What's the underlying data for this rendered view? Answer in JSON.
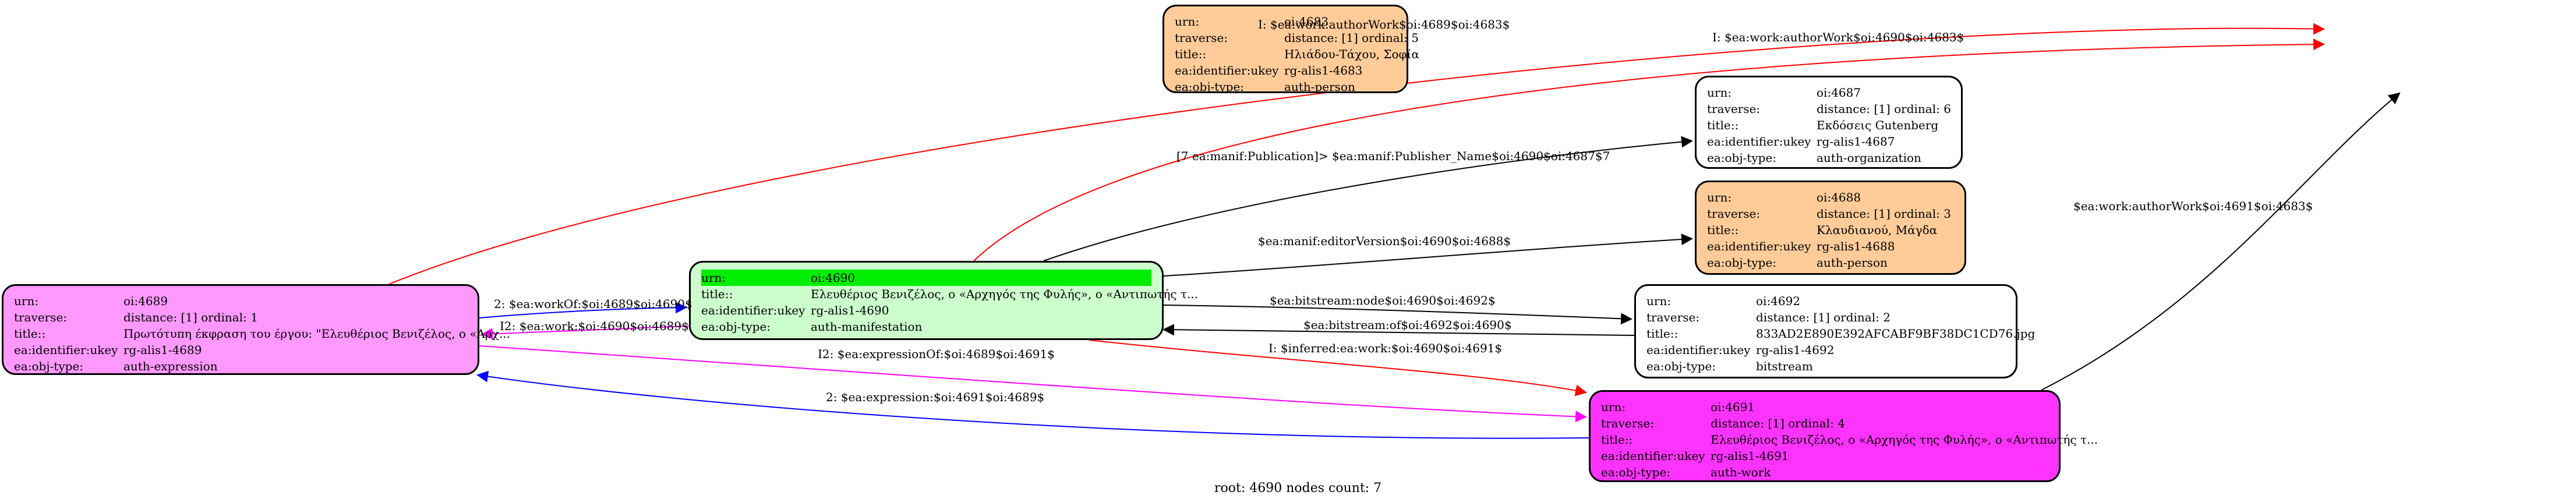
{
  "nodes": {
    "n4683": {
      "fill": "#ffcc99",
      "rows": [
        [
          "urn:",
          "oi:4683"
        ],
        [
          "traverse:",
          "distance: [1]     ordinal: 5"
        ],
        [
          "title::",
          "Ηλιάδου-Τάχου, Σοφία"
        ],
        [
          "ea:identifier:ukey",
          "rg-alis1-4683"
        ],
        [
          "ea:obj-type:",
          "auth-person"
        ]
      ]
    },
    "n4687": {
      "fill": "#ffffff",
      "rows": [
        [
          "urn:",
          "oi:4687"
        ],
        [
          "traverse:",
          "distance: [1]     ordinal: 6"
        ],
        [
          "title::",
          "Εκδόσεις Gutenberg"
        ],
        [
          "ea:identifier:ukey",
          "rg-alis1-4687"
        ],
        [
          "ea:obj-type:",
          "auth-organization"
        ]
      ]
    },
    "n4688": {
      "fill": "#ffcc99",
      "rows": [
        [
          "urn:",
          "oi:4688"
        ],
        [
          "traverse:",
          "distance: [1]     ordinal: 3"
        ],
        [
          "title::",
          "Κλαυδιανού, Μάγδα"
        ],
        [
          "ea:identifier:ukey",
          "rg-alis1-4688"
        ],
        [
          "ea:obj-type:",
          "auth-person"
        ]
      ]
    },
    "n4692": {
      "fill": "#ffffff",
      "rows": [
        [
          "urn:",
          "oi:4692"
        ],
        [
          "traverse:",
          "distance: [1]     ordinal: 2"
        ],
        [
          "title::",
          "833AD2E890E392AFCABF9BF38DC1CD76.jpg"
        ],
        [
          "ea:identifier:ukey",
          "rg-alis1-4692"
        ],
        [
          "ea:obj-type:",
          "bitstream"
        ]
      ]
    },
    "n4690": {
      "fill": "#ccffcc",
      "rows": [
        [
          "urn:",
          "oi:4690"
        ],
        [
          "title::",
          "Ελευθέριος Βενιζέλος, ο «Αρχηγός της Φυλής», ο «Αντιπωτής τ..."
        ],
        [
          "ea:identifier:ukey",
          "rg-alis1-4690"
        ],
        [
          "ea:obj-type:",
          "auth-manifestation"
        ]
      ]
    },
    "n4689": {
      "fill": "#ff99ff",
      "rows": [
        [
          "urn:",
          "oi:4689"
        ],
        [
          "traverse:",
          "distance: [1]     ordinal: 1"
        ],
        [
          "title::",
          "Πρωτότυπη έκφραση του έργου: \"Ελευθέριος Βενιζέλος, ο «Αρχ..."
        ],
        [
          "ea:identifier:ukey",
          "rg-alis1-4689"
        ],
        [
          "ea:obj-type:",
          "auth-expression"
        ]
      ]
    },
    "n4691": {
      "fill": "#ff33ff",
      "rows": [
        [
          "urn:",
          "oi:4691"
        ],
        [
          "traverse:",
          "distance: [1]     ordinal: 4"
        ],
        [
          "title::",
          "Ελευθέριος Βενιζέλος, ο «Αρχηγός της Φυλής», ο «Αντιπωτής τ..."
        ],
        [
          "ea:identifier:ukey",
          "rg-alis1-4691"
        ],
        [
          "ea:obj-type:",
          "auth-work"
        ]
      ]
    }
  },
  "edges": [
    {
      "id": "e1",
      "from": "n4689",
      "to": "n4683",
      "label": "I: $ea:work:authorWork$oi:4689$oi:4683$",
      "color": "#ff0000"
    },
    {
      "id": "e2",
      "from": "n4690",
      "to": "n4683",
      "label": "I: $ea:work:authorWork$oi:4690$oi:4683$",
      "color": "#ff0000"
    },
    {
      "id": "e3",
      "from": "n4690",
      "to": "n4687",
      "label": "[7 ea:manif:Publication]> $ea:manif:Publisher_Name$oi:4690$oi:4687$7",
      "color": "#000000"
    },
    {
      "id": "e4",
      "from": "n4690",
      "to": "n4688",
      "label": "$ea:manif:editorVersion$oi:4690$oi:4688$",
      "color": "#000000"
    },
    {
      "id": "e5",
      "from": "n4690",
      "to": "n4692",
      "label": "$ea:bitstream:node$oi:4690$oi:4692$",
      "color": "#000000"
    },
    {
      "id": "e6",
      "from": "n4692",
      "to": "n4690",
      "label": "$ea:bitstream:of$oi:4692$oi:4690$",
      "color": "#000000"
    },
    {
      "id": "e7",
      "from": "n4689",
      "to": "n4690",
      "label": "2: $ea:workOf:$oi:4689$oi:4690$",
      "color": "#0000ff"
    },
    {
      "id": "e8",
      "from": "n4690",
      "to": "n4689",
      "label": "I2: $ea:work:$oi:4690$oi:4689$",
      "color": "#ff00ff"
    },
    {
      "id": "e9",
      "from": "n4690",
      "to": "n4691",
      "label": "I: $inferred:ea:work:$oi:4690$oi:4691$",
      "color": "#ff0000"
    },
    {
      "id": "e10",
      "from": "n4689",
      "to": "n4691",
      "label": "I2: $ea:expressionOf:$oi:4689$oi:4691$",
      "color": "#ff00ff"
    },
    {
      "id": "e11",
      "from": "n4691",
      "to": "n4689",
      "label": "2: $ea:expression:$oi:4691$oi:4689$",
      "color": "#0000ff"
    },
    {
      "id": "e12",
      "from": "n4691",
      "to": "n4683",
      "label": "$ea:work:authorWork$oi:4691$oi:4683$",
      "color": "#000000"
    }
  ],
  "footer": "root: 4690 nodes count: 7"
}
